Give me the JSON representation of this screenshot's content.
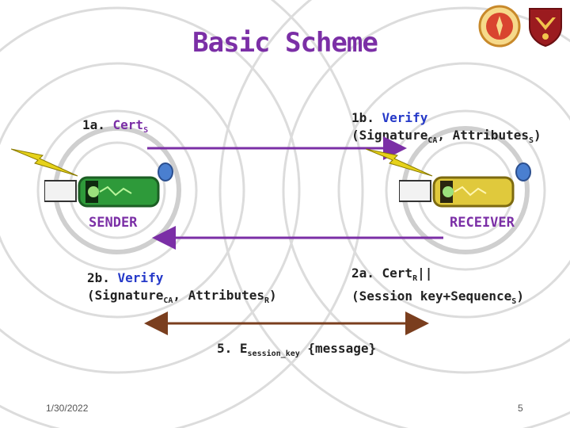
{
  "title": "Basic Scheme",
  "steps": {
    "s1a": {
      "prefix": "1a. ",
      "term": "Cert",
      "sub": "S"
    },
    "s1b": {
      "prefix": "1b. ",
      "verb": "Verify",
      "line2_a": "(Signature",
      "line2_a_sub": "CA",
      "line2_b": ", Attributes",
      "line2_b_sub": "S",
      "line2_c": ")"
    },
    "s2a": {
      "prefix": "2a. ",
      "term": "Cert",
      "term_sub": "R",
      "term_suffix": "||",
      "line2_a": "(Session key+Sequence",
      "line2_a_sub": "S",
      "line2_b": ")"
    },
    "s2b": {
      "prefix": "2b. ",
      "verb": "Verify",
      "line2_a": "(Signature",
      "line2_a_sub": "CA",
      "line2_b": ", Attributes",
      "line2_b_sub": "R",
      "line2_c": ")"
    },
    "s5": {
      "prefix": "5. E",
      "sub": "session_key",
      "suffix": " {message}"
    }
  },
  "roles": {
    "sender": "SENDER",
    "receiver": "RECEIVER"
  },
  "footer": {
    "date": "1/30/2022",
    "page": "5"
  },
  "colors": {
    "arrow": "#7b2fa6",
    "accent": "#7b2fa6",
    "verify": "#2438c8",
    "ring": "#d9d9d9",
    "car_sender": "#2e9a3a",
    "car_receiver": "#e0c93c"
  },
  "icons": [
    "lightning-icon",
    "antenna-icon",
    "car-icon",
    "university-logo",
    "shield-logo"
  ]
}
